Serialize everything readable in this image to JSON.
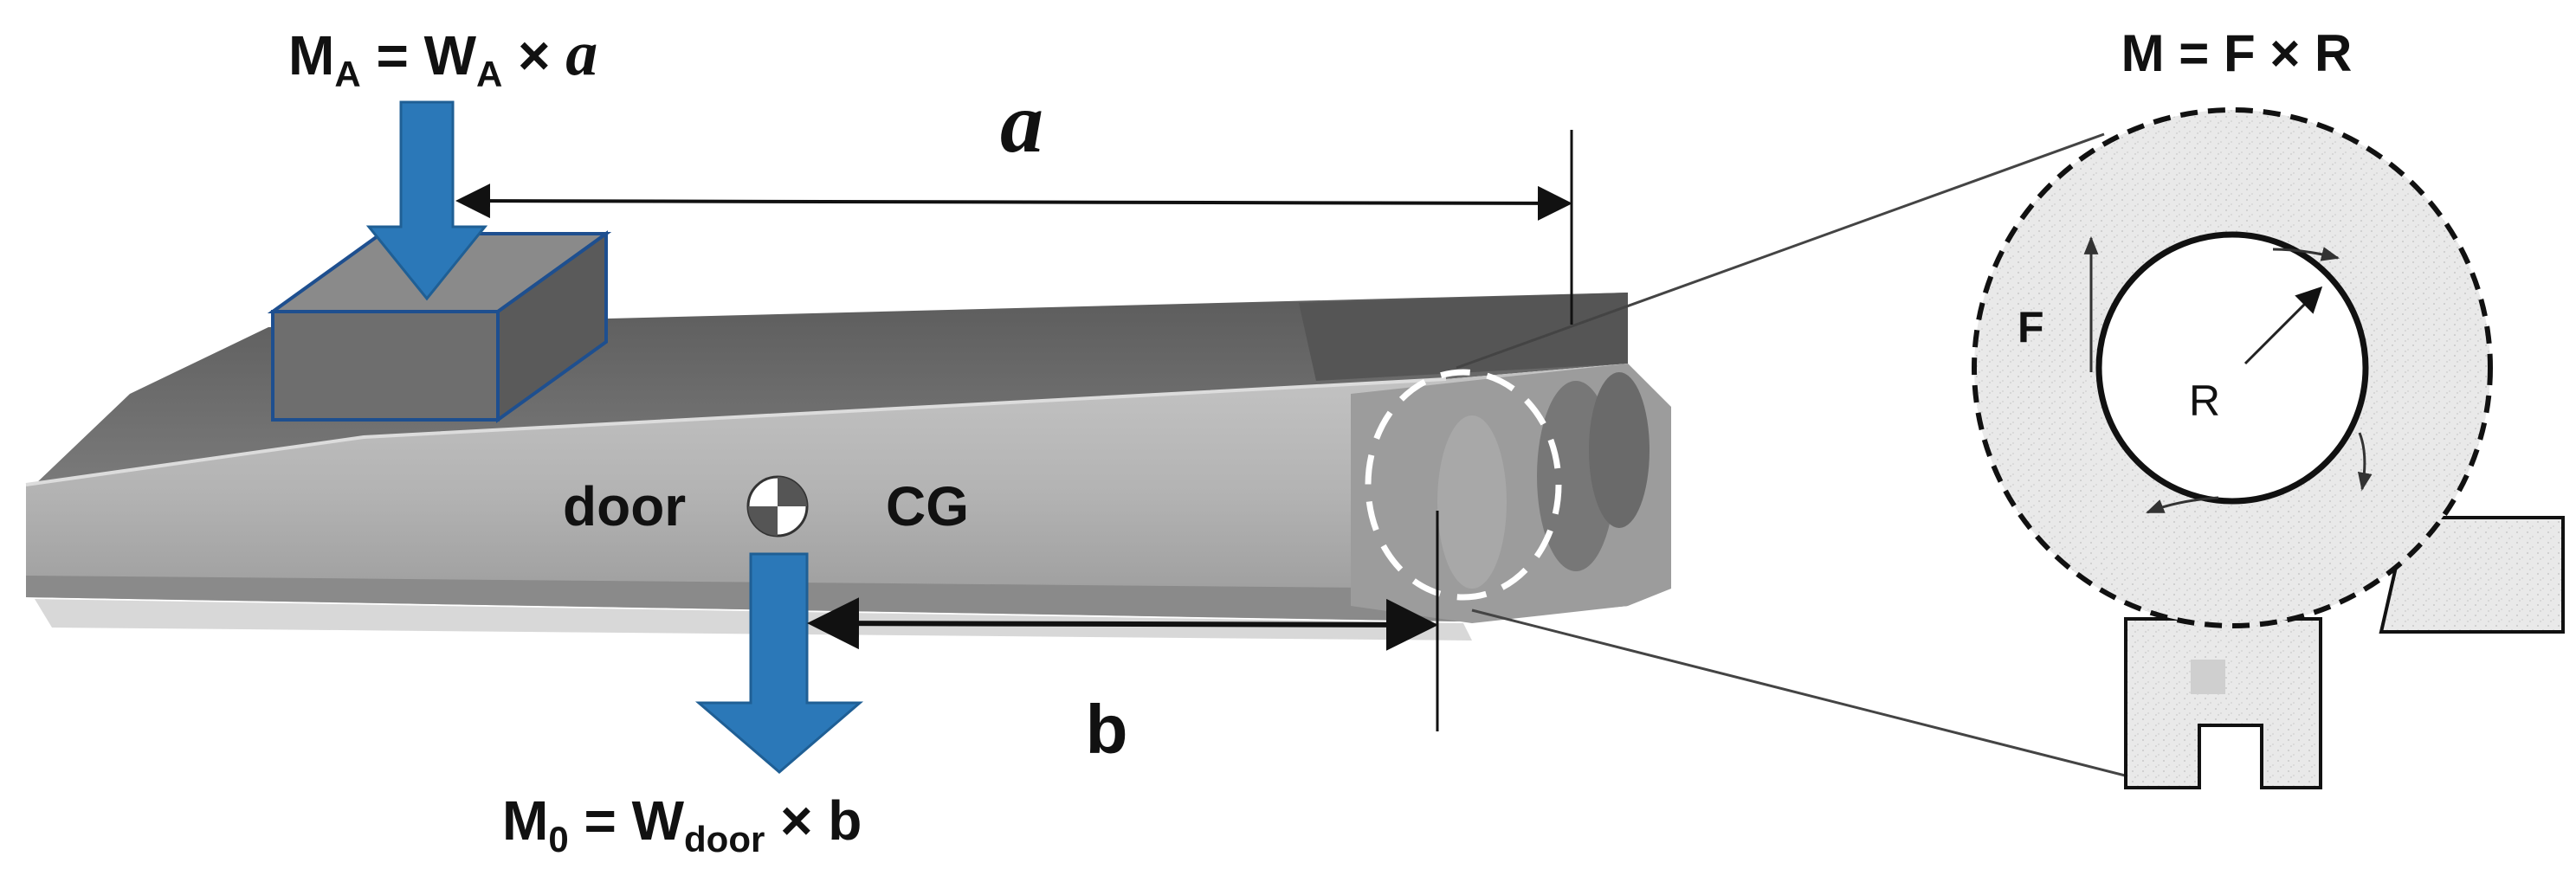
{
  "formulas": {
    "ma": {
      "m": "M",
      "m_sub": "A",
      "eq": " = ",
      "w": "W",
      "w_sub": "A",
      "times": " × ",
      "var": "a"
    },
    "m0": {
      "m": "M",
      "m_sub": "0",
      "eq": " = ",
      "w": "W",
      "w_sub": "door",
      "times": " × ",
      "var": "b"
    },
    "m_hinge": "M = F × R"
  },
  "dimensions": {
    "a": "a",
    "b": "b"
  },
  "labels": {
    "door": "door",
    "cg": "CG",
    "force": "F",
    "radius": "R"
  },
  "colors": {
    "arrow": "#2b78b8",
    "arrow_edge": "#1f5f95",
    "box_edge": "#1e4f8f"
  }
}
